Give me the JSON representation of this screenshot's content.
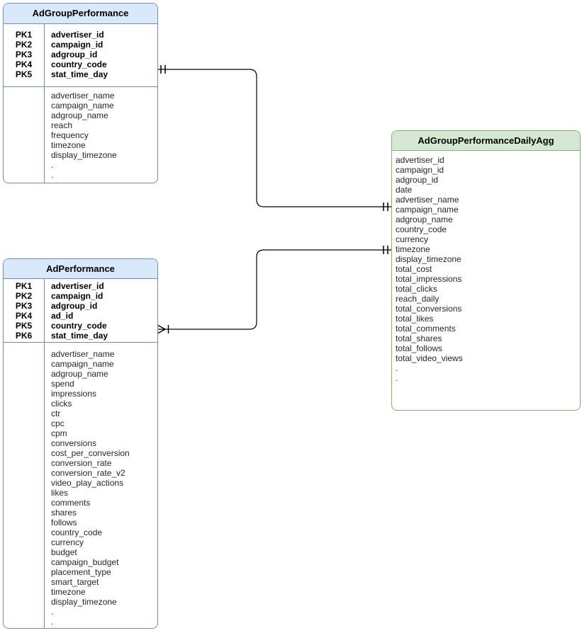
{
  "diagram": {
    "background": "#ffffff",
    "line_color": "#000000",
    "palette": {
      "blue_header_fill": "#dae8fc",
      "blue_border": "#6c8ebf",
      "green_header_fill": "#d5e8d4",
      "green_border": "#82b366"
    },
    "tables": [
      {
        "title": "AdGroupPerformance",
        "theme": "blue",
        "pk_keys": [
          "PK1",
          "PK2",
          "PK3",
          "PK4",
          "PK5"
        ],
        "pk_fields": [
          "advertiser_id",
          "campaign_id",
          "adgroup_id",
          "country_code",
          "stat_time_day"
        ],
        "attributes": [
          "advertiser_name",
          "campaign_name",
          "adgroup_name",
          "reach",
          "frequency",
          "timezone",
          "display_timezone",
          ".",
          "."
        ]
      },
      {
        "title": "AdPerformance",
        "theme": "blue",
        "pk_keys": [
          "PK1",
          "PK2",
          "PK3",
          "PK4",
          "PK5",
          "PK6"
        ],
        "pk_fields": [
          "advertiser_id",
          "campaign_id",
          "adgroup_id",
          "ad_id",
          "country_code",
          "stat_time_day"
        ],
        "attributes": [
          "advertiser_name",
          "campaign_name",
          "adgroup_name",
          "spend",
          "impressions",
          "clicks",
          "ctr",
          "cpc",
          "cpm",
          "conversions",
          "cost_per_conversion",
          "conversion_rate",
          "conversion_rate_v2",
          "video_play_actions",
          "likes",
          "comments",
          "shares",
          "follows",
          "country_code",
          "currency",
          "budget",
          "campaign_budget",
          "placement_type",
          "smart_target",
          "timezone",
          "display_timezone",
          ".",
          "."
        ]
      },
      {
        "title": "AdGroupPerformanceDailyAgg",
        "theme": "green",
        "pk_keys": [],
        "pk_fields": [],
        "attributes": [
          "advertiser_id",
          "campaign_id",
          "adgroup_id",
          "date",
          "advertiser_name",
          "campaign_name",
          "adgroup_name",
          "country_code",
          "currency",
          "timezone",
          "display_timezone",
          "total_cost",
          "total_impressions",
          "total_clicks",
          "reach_daily",
          "total_conversions",
          "total_likes",
          "total_comments",
          "total_shares",
          "total_follows",
          "total_video_views",
          ".",
          "."
        ]
      }
    ],
    "relationships": [
      {
        "from": "AdGroupPerformance",
        "from_cardinality": "exactly-one",
        "to": "AdGroupPerformanceDailyAgg",
        "to_cardinality": "exactly-one"
      },
      {
        "from": "AdPerformance",
        "from_cardinality": "one-or-many",
        "to": "AdGroupPerformanceDailyAgg",
        "to_cardinality": "exactly-one"
      }
    ]
  }
}
